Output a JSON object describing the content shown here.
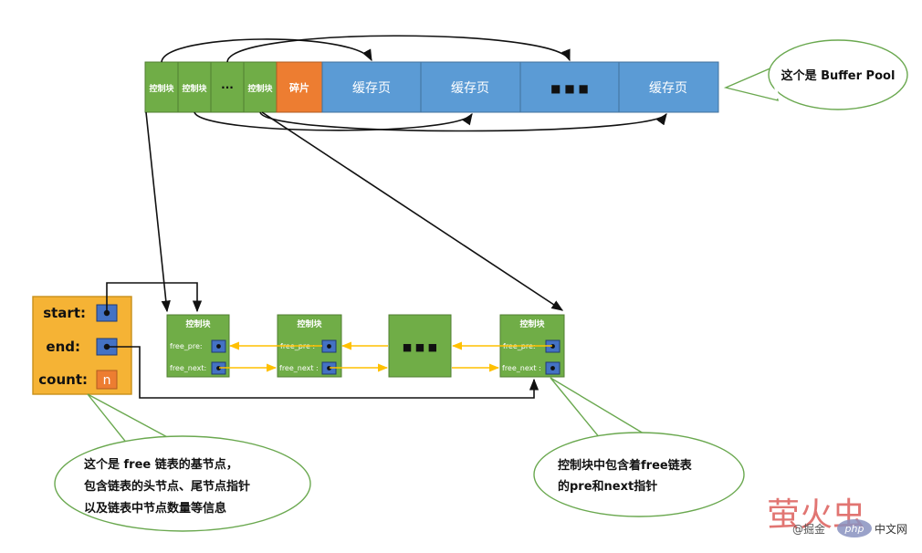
{
  "buffer_pool": {
    "control_block_label": "控制块",
    "ellipsis_small": "···",
    "fragment_label": "碎片",
    "cache_page_label": "缓存页",
    "ellipsis_large": "■ ■ ■",
    "callout": "这个是 Buffer Pool"
  },
  "base_node": {
    "start_label": "start:",
    "end_label": "end:",
    "count_label": "count:",
    "count_value": "n",
    "callout_line1": "这个是 free 链表的基节点，",
    "callout_line2": "包含链表的头节点、尾节点指针",
    "callout_line3": "以及链表中节点数量等信息"
  },
  "free_list": {
    "node_title": "控制块",
    "free_pre_label": "free_pre:",
    "free_next_label": "free_next:",
    "free_pre_label_2": "free_pre :",
    "free_next_label_2": "free_next :",
    "ellipsis": "■ ■ ■",
    "callout_line1": "控制块中包含着free链表",
    "callout_line2": "的pre和next指针"
  },
  "watermark": {
    "logo_text": "萤火虫",
    "sub_left": "@掘金",
    "sub_php": "php",
    "sub_right": "中文网"
  },
  "colors": {
    "control_green": "#70ad47",
    "fragment_orange": "#ed7d31",
    "page_blue": "#5b9bd5",
    "base_gold": "#f4b183",
    "base_fill": "#f5b335",
    "pointer_blue": "#4472c4",
    "arrow_yellow": "#ffc000",
    "callout_border": "#6aa84f",
    "watermark_red": "#d9534f"
  }
}
